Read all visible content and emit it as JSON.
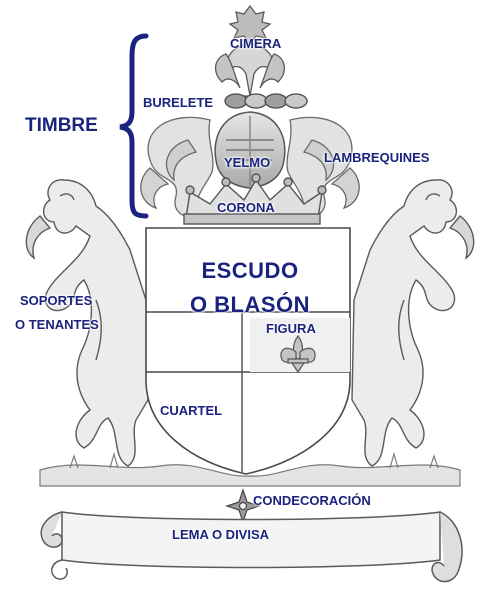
{
  "colors": {
    "label": "#1a237e",
    "bracket": "#1a237e",
    "line_art": "#5a5a5a",
    "shade": "#c8c8c8",
    "background": "#ffffff"
  },
  "labels": {
    "cimera": "CIMERA",
    "burelete": "BURELETE",
    "timbre": "TIMBRE",
    "yelmo": "YELMO",
    "lambrequines": "LAMBREQUINES",
    "corona": "CORONA",
    "escudo_line1": "ESCUDO",
    "escudo_line2": "O BLASÓN",
    "soportes_line1": "SOPORTES",
    "soportes_line2": "O TENANTES",
    "figura": "FIGURA",
    "cuartel": "CUARTEL",
    "condecoracion": "CONDECORACIÓN",
    "lema": "LEMA O DIVISA"
  },
  "icons": {
    "crest": "eagle-crest-icon",
    "helmet": "helmet-icon",
    "crown": "crown-icon",
    "lions": "lion-supporter-icon",
    "charge": "fleur-de-lis-icon",
    "decoration": "cross-decoration-icon",
    "scroll": "motto-scroll-icon"
  }
}
